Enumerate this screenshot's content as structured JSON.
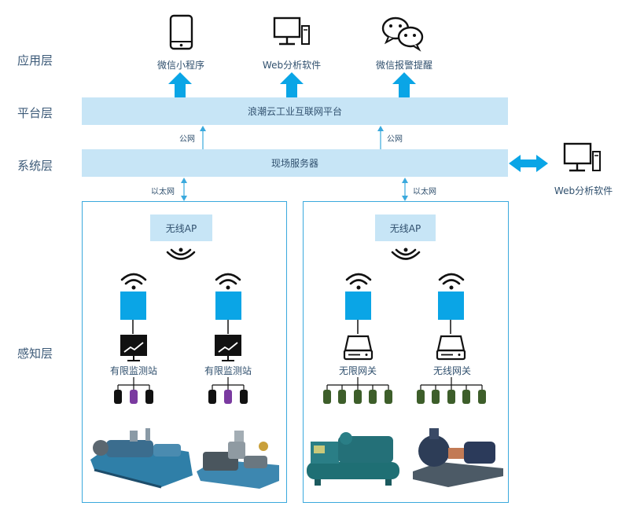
{
  "layers": {
    "application": "应用层",
    "platform": "平台层",
    "system": "系统层",
    "perception": "感知层"
  },
  "apps": {
    "mini_program": "微信小程序",
    "web_software": "Web分析软件",
    "wechat_alarm": "微信报警提醒"
  },
  "platform_bar": "浪潮云工业互联网平台",
  "server_bar": "现场服务器",
  "links": {
    "public_net_left": "公网",
    "public_net_right": "公网",
    "ethernet_left": "以太网",
    "ethernet_right": "以太网"
  },
  "external": {
    "web_software": "Web分析软件"
  },
  "left_panel": {
    "ap": "无线AP",
    "station_1": "有限监测站",
    "station_2": "有限监测站"
  },
  "right_panel": {
    "ap": "无线AP",
    "gateway_1": "无限网关",
    "gateway_2": "无线网关"
  },
  "colors": {
    "accent_blue": "#0aa5e6",
    "bar_fill": "#c7e5f6",
    "panel_border": "#3aa9dd",
    "sensor_purple": "#7a3aa0",
    "sensor_green": "#3d5e2a"
  }
}
